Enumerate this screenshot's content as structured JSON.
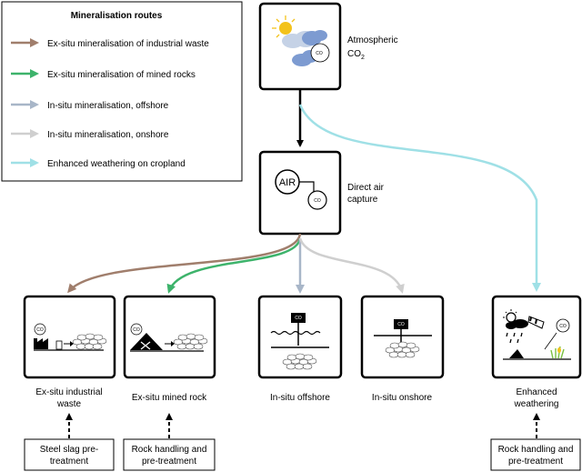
{
  "legend": {
    "title": "Mineralisation routes",
    "items": [
      {
        "label": "Ex-situ mineralisation of industrial waste",
        "color": "#a07e6c"
      },
      {
        "label": "Ex-situ mineralisation of mined rocks",
        "color": "#3db36b"
      },
      {
        "label": "In-situ mineralisation, offshore",
        "color": "#a8b6c8"
      },
      {
        "label": "In-situ mineralisation, onshore",
        "color": "#cfcfcf"
      },
      {
        "label": "Enhanced weathering on cropland",
        "color": "#9fe0e6"
      }
    ]
  },
  "atmospheric": {
    "line1": "Atmospheric",
    "co2": "CO",
    "sub": "2"
  },
  "dac": {
    "line1": "Direct air",
    "line2": "capture",
    "air_text": "AIR"
  },
  "icon_co2": "CO",
  "icon_co2_sub": "2",
  "nodes": {
    "industrial": {
      "line1": "Ex-situ industrial",
      "line2": "waste"
    },
    "mined": {
      "line1": "Ex-situ mined rock"
    },
    "offshore": {
      "line1": "In-situ offshore"
    },
    "onshore": {
      "line1": "In-situ onshore"
    },
    "weathering": {
      "line1": "Enhanced",
      "line2": "weathering"
    }
  },
  "pretreatments": {
    "industrial": {
      "line1": "Steel slag pre-",
      "line2": "treatment"
    },
    "mined": {
      "line1": "Rock handling and",
      "line2": "pre-treatment"
    },
    "weathering": {
      "line1": "Rock handling and",
      "line2": "pre-treatment"
    }
  },
  "colors": {
    "industrial": "#a07e6c",
    "mined": "#3db36b",
    "offshore": "#a8b6c8",
    "onshore": "#cfcfcf",
    "weathering": "#9fe0e6"
  }
}
